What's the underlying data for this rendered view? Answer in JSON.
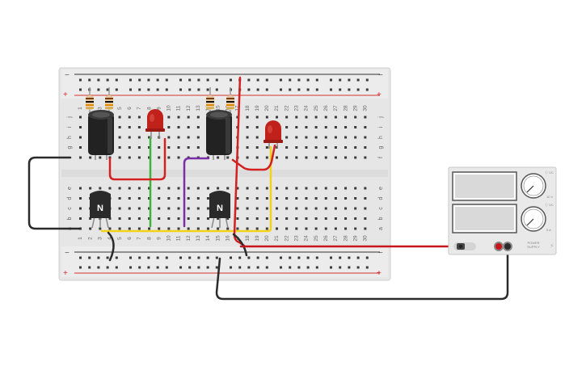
{
  "breadboard": {
    "column_numbers": [
      "1",
      "2",
      "3",
      "4",
      "5",
      "6",
      "7",
      "8",
      "9",
      "10",
      "11",
      "12",
      "13",
      "14",
      "15",
      "16",
      "17",
      "18",
      "19",
      "20",
      "21",
      "22",
      "23",
      "24",
      "25",
      "26",
      "27",
      "28",
      "29",
      "30"
    ],
    "row_letters_top": [
      "j",
      "i",
      "h",
      "g",
      "f"
    ],
    "row_letters_bottom": [
      "e",
      "d",
      "c",
      "b",
      "a"
    ],
    "rail_minus": "−",
    "rail_plus": "+"
  },
  "components": {
    "transistor_1_label": "N",
    "transistor_2_label": "N"
  },
  "power_supply": {
    "knob_1_label": "10 V",
    "knob_2_label": "5 A",
    "ch1_label": "ⓘ VC",
    "ch2_label": "ⓘ VC",
    "footer_line1": "POWER",
    "footer_line2": "SUPPLY",
    "voltage_display": "",
    "current_display": ""
  },
  "colors": {
    "breadboard": "#e8e8e8",
    "rail_red": "#d32f2f",
    "rail_black": "#333333",
    "wire_red": "#d32020",
    "wire_green": "#3cb43c",
    "wire_purple": "#7a2fa8",
    "wire_yellow": "#f2d21b",
    "wire_black": "#2b2b2b",
    "led_red": "#c0221b"
  }
}
